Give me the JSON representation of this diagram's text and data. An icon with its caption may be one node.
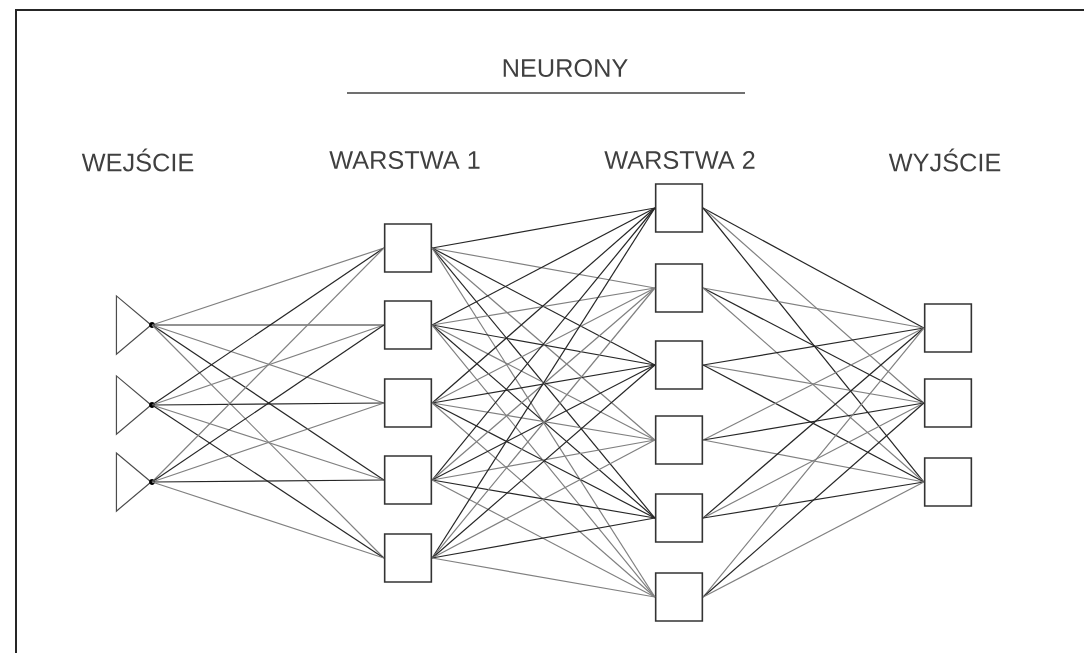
{
  "diagram": {
    "nodes": [
      {
        "text": [],
        "shape": "triangle"
      },
      {
        "text": [],
        "shape": "triangle"
      },
      {
        "text": [],
        "shape": "triangle"
      },
      {
        "text": [],
        "shape": "box"
      },
      {
        "text": [],
        "shape": "box"
      },
      {
        "text": [],
        "shape": "box"
      },
      {
        "text": [],
        "shape": "box"
      },
      {
        "text": [],
        "shape": "box"
      },
      {
        "text": [],
        "shape": "box"
      },
      {
        "text": [],
        "shape": "box"
      },
      {
        "text": [],
        "shape": "box"
      },
      {
        "text": [],
        "shape": "box"
      },
      {
        "text": [],
        "shape": "box"
      },
      {
        "text": [],
        "shape": "box"
      },
      {
        "text": [],
        "shape": "box"
      },
      {
        "text": [],
        "shape": "box"
      },
      {
        "text": [],
        "shape": "box"
      }
    ],
    "edges": [
      {
        "from": 0,
        "to": 3,
        "arrow": "none"
      },
      {
        "from": 0,
        "to": 4,
        "arrow": "none"
      },
      {
        "from": 0,
        "to": 5,
        "arrow": "none"
      },
      {
        "from": 0,
        "to": 6,
        "arrow": "none"
      },
      {
        "from": 0,
        "to": 7,
        "arrow": "none"
      },
      {
        "from": 1,
        "to": 3,
        "arrow": "none"
      },
      {
        "from": 1,
        "to": 4,
        "arrow": "none"
      },
      {
        "from": 1,
        "to": 5,
        "arrow": "none"
      },
      {
        "from": 1,
        "to": 6,
        "arrow": "none"
      },
      {
        "from": 1,
        "to": 7,
        "arrow": "none"
      },
      {
        "from": 2,
        "to": 3,
        "arrow": "none"
      },
      {
        "from": 2,
        "to": 4,
        "arrow": "none"
      },
      {
        "from": 2,
        "to": 5,
        "arrow": "none"
      },
      {
        "from": 2,
        "to": 6,
        "arrow": "none"
      },
      {
        "from": 2,
        "to": 7,
        "arrow": "none"
      },
      {
        "from": 3,
        "to": 8,
        "arrow": "none"
      },
      {
        "from": 3,
        "to": 9,
        "arrow": "none"
      },
      {
        "from": 3,
        "to": 10,
        "arrow": "none"
      },
      {
        "from": 3,
        "to": 11,
        "arrow": "none"
      },
      {
        "from": 3,
        "to": 12,
        "arrow": "none"
      },
      {
        "from": 3,
        "to": 13,
        "arrow": "none"
      },
      {
        "from": 4,
        "to": 8,
        "arrow": "none"
      },
      {
        "from": 4,
        "to": 9,
        "arrow": "none"
      },
      {
        "from": 4,
        "to": 10,
        "arrow": "none"
      },
      {
        "from": 4,
        "to": 11,
        "arrow": "none"
      },
      {
        "from": 4,
        "to": 12,
        "arrow": "none"
      },
      {
        "from": 4,
        "to": 13,
        "arrow": "none"
      },
      {
        "from": 5,
        "to": 8,
        "arrow": "none"
      },
      {
        "from": 5,
        "to": 9,
        "arrow": "none"
      },
      {
        "from": 5,
        "to": 10,
        "arrow": "none"
      },
      {
        "from": 5,
        "to": 11,
        "arrow": "none"
      },
      {
        "from": 5,
        "to": 12,
        "arrow": "none"
      },
      {
        "from": 5,
        "to": 13,
        "arrow": "none"
      },
      {
        "from": 6,
        "to": 8,
        "arrow": "none"
      },
      {
        "from": 6,
        "to": 9,
        "arrow": "none"
      },
      {
        "from": 6,
        "to": 10,
        "arrow": "none"
      },
      {
        "from": 6,
        "to": 11,
        "arrow": "none"
      },
      {
        "from": 6,
        "to": 12,
        "arrow": "none"
      },
      {
        "from": 6,
        "to": 13,
        "arrow": "none"
      },
      {
        "from": 7,
        "to": 8,
        "arrow": "none"
      },
      {
        "from": 7,
        "to": 9,
        "arrow": "none"
      },
      {
        "from": 7,
        "to": 10,
        "arrow": "none"
      },
      {
        "from": 7,
        "to": 11,
        "arrow": "none"
      },
      {
        "from": 7,
        "to": 12,
        "arrow": "none"
      },
      {
        "from": 7,
        "to": 13,
        "arrow": "none"
      },
      {
        "from": 8,
        "to": 14,
        "arrow": "none"
      },
      {
        "from": 8,
        "to": 15,
        "arrow": "none"
      },
      {
        "from": 8,
        "to": 16,
        "arrow": "none"
      },
      {
        "from": 9,
        "to": 14,
        "arrow": "none"
      },
      {
        "from": 9,
        "to": 15,
        "arrow": "none"
      },
      {
        "from": 9,
        "to": 16,
        "arrow": "none"
      },
      {
        "from": 10,
        "to": 14,
        "arrow": "none"
      },
      {
        "from": 10,
        "to": 15,
        "arrow": "none"
      },
      {
        "from": 10,
        "to": 16,
        "arrow": "none"
      },
      {
        "from": 11,
        "to": 14,
        "arrow": "none"
      },
      {
        "from": 11,
        "to": 15,
        "arrow": "none"
      },
      {
        "from": 11,
        "to": 16,
        "arrow": "none"
      },
      {
        "from": 12,
        "to": 14,
        "arrow": "none"
      },
      {
        "from": 12,
        "to": 15,
        "arrow": "none"
      },
      {
        "from": 12,
        "to": 16,
        "arrow": "none"
      },
      {
        "from": 13,
        "to": 14,
        "arrow": "none"
      },
      {
        "from": 13,
        "to": 15,
        "arrow": "none"
      },
      {
        "from": 13,
        "to": 16,
        "arrow": "none"
      }
    ],
    "labels": [
      "NEURONY",
      "WEJŚCIE",
      "WARSTWA 1",
      "WARSTWA 2",
      "WYJŚCIE"
    ]
  }
}
